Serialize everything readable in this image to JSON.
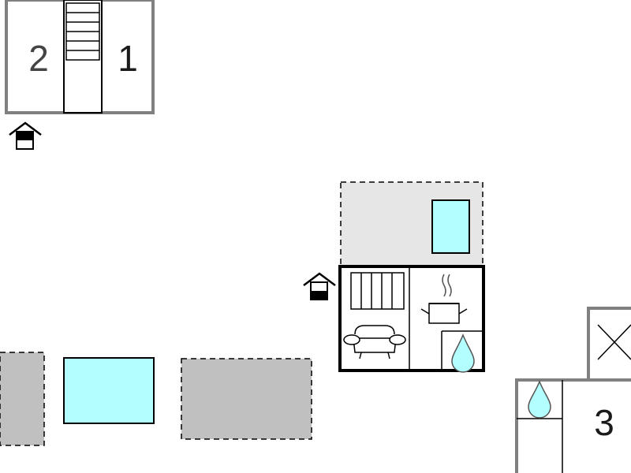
{
  "rooms": {
    "upper_left": {
      "label_a": "2",
      "label_b": "1"
    },
    "lower_right": {
      "label": "3"
    }
  },
  "icons": [
    "entrance-icon",
    "stairs-icon",
    "radiator-icon",
    "sofa-icon",
    "cooking-pot-icon",
    "water-drop-icon",
    "pool-icon",
    "closed-x-icon"
  ],
  "colors": {
    "wall": "#808080",
    "wall_dark": "#000000",
    "water": "#b3ffff",
    "terrace_light": "#e6e6e6",
    "terrace_dark": "#c0c0c0"
  }
}
